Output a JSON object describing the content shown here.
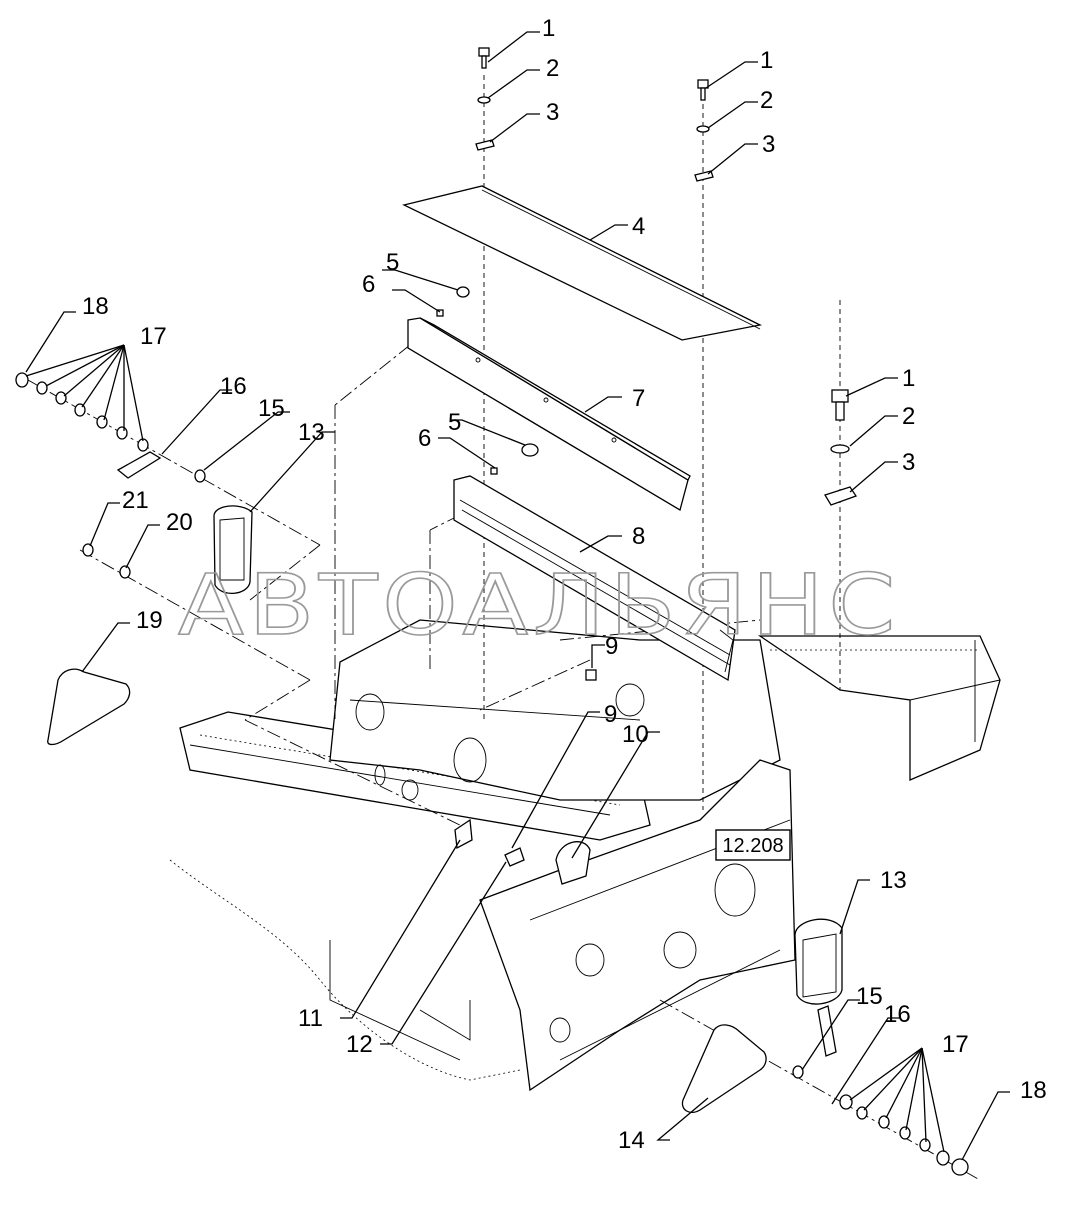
{
  "watermark": "АВТОАЛЬЯНС",
  "reference": "12.208",
  "callouts": {
    "c1a": "1",
    "c2a": "2",
    "c3a": "3",
    "c1b": "1",
    "c2b": "2",
    "c3b": "3",
    "c1c": "1",
    "c2c": "2",
    "c3c": "3",
    "c4": "4",
    "c5a": "5",
    "c6a": "6",
    "c5b": "5",
    "c6b": "6",
    "c7": "7",
    "c8": "8",
    "c9a": "9",
    "c9b": "9",
    "c10": "10",
    "c11": "11",
    "c12": "12",
    "c13a": "13",
    "c13b": "13",
    "c14": "14",
    "c15a": "15",
    "c15b": "15",
    "c16a": "16",
    "c16b": "16",
    "c17a": "17",
    "c17b": "17",
    "c18a": "18",
    "c18b": "18",
    "c19": "19",
    "c20": "20",
    "c21": "21"
  }
}
